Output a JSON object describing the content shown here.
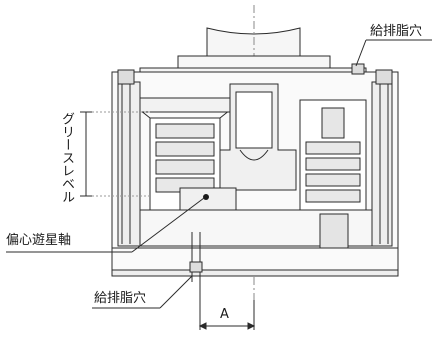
{
  "labels": {
    "grease_hole_top": "給排脂穴",
    "grease_level": "グリースレベル",
    "eccentric_shaft": "偏心遊星軸",
    "grease_hole_bottom": "給排脂穴",
    "dimension": "A"
  },
  "colors": {
    "line": "#2b2b2b",
    "light_line": "#8a8a8a",
    "fill": "#f4f4f4"
  }
}
